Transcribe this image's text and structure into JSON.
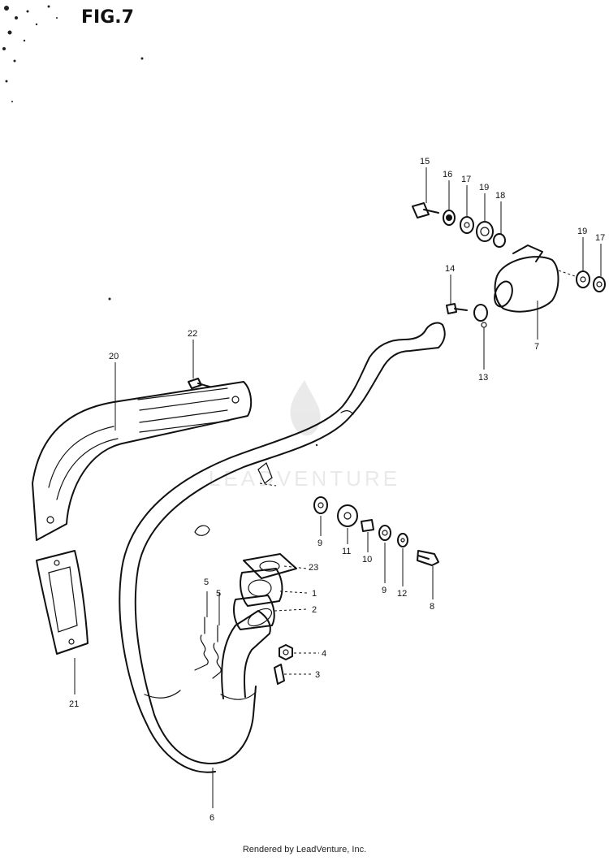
{
  "figure": {
    "title": "FIG.7"
  },
  "footer": {
    "text": "Rendered by LeadVenture, Inc."
  },
  "watermark": {
    "text": "LEADVENTURE"
  },
  "callouts": [
    {
      "id": "c1",
      "label": "1"
    },
    {
      "id": "c2",
      "label": "2"
    },
    {
      "id": "c3",
      "label": "3"
    },
    {
      "id": "c4",
      "label": "4"
    },
    {
      "id": "c5a",
      "label": "5"
    },
    {
      "id": "c5b",
      "label": "5"
    },
    {
      "id": "c6",
      "label": "6"
    },
    {
      "id": "c7",
      "label": "7"
    },
    {
      "id": "c8",
      "label": "8"
    },
    {
      "id": "c9a",
      "label": "9"
    },
    {
      "id": "c9b",
      "label": "9"
    },
    {
      "id": "c10",
      "label": "10"
    },
    {
      "id": "c11",
      "label": "11"
    },
    {
      "id": "c12",
      "label": "12"
    },
    {
      "id": "c13",
      "label": "13"
    },
    {
      "id": "c14",
      "label": "14"
    },
    {
      "id": "c15",
      "label": "15"
    },
    {
      "id": "c16",
      "label": "16"
    },
    {
      "id": "c17a",
      "label": "17"
    },
    {
      "id": "c17b",
      "label": "17"
    },
    {
      "id": "c18",
      "label": "18"
    },
    {
      "id": "c19a",
      "label": "19"
    },
    {
      "id": "c19b",
      "label": "19"
    },
    {
      "id": "c20",
      "label": "20"
    },
    {
      "id": "c21",
      "label": "21"
    },
    {
      "id": "c22",
      "label": "22"
    },
    {
      "id": "c23",
      "label": "23"
    }
  ]
}
